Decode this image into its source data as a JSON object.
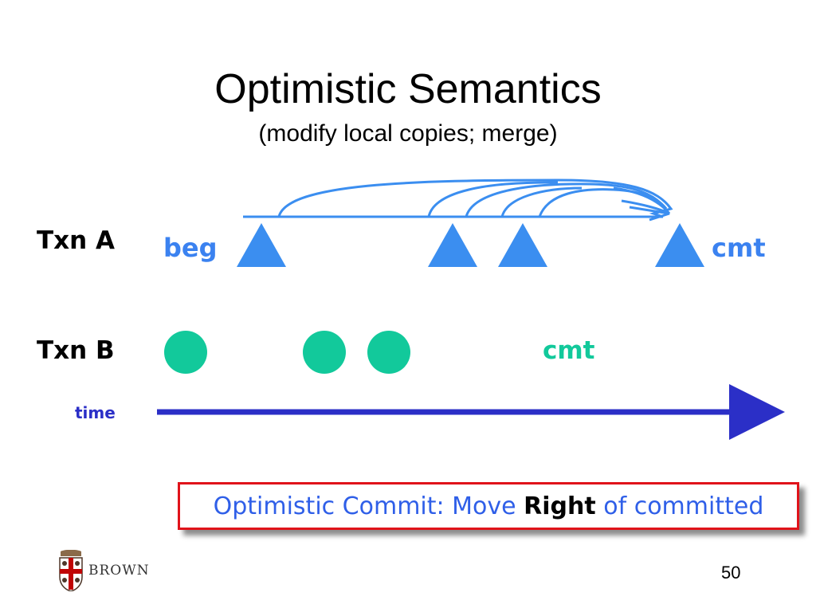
{
  "slide": {
    "title": "Optimistic Semantics",
    "subtitle": "(modify local copies; merge)",
    "page_number": "50"
  },
  "rows": {
    "txn_a": {
      "label": "Txn A",
      "begin_label": "beg",
      "commit_label": "cmt"
    },
    "txn_b": {
      "label": "Txn B",
      "commit_label": "cmt"
    }
  },
  "timeline": {
    "label": "time"
  },
  "callout": {
    "text_before": "Optimistic Commit: Move ",
    "text_bold": "Right",
    "text_after": " of committed"
  },
  "logo": {
    "text": "BROWN"
  },
  "colors": {
    "txn_a": "#3b8ef0",
    "txn_b": "#12c99b",
    "timeline": "#2b2fc7",
    "callout_border": "#e0131a",
    "callout_text": "#2f5fe8"
  }
}
